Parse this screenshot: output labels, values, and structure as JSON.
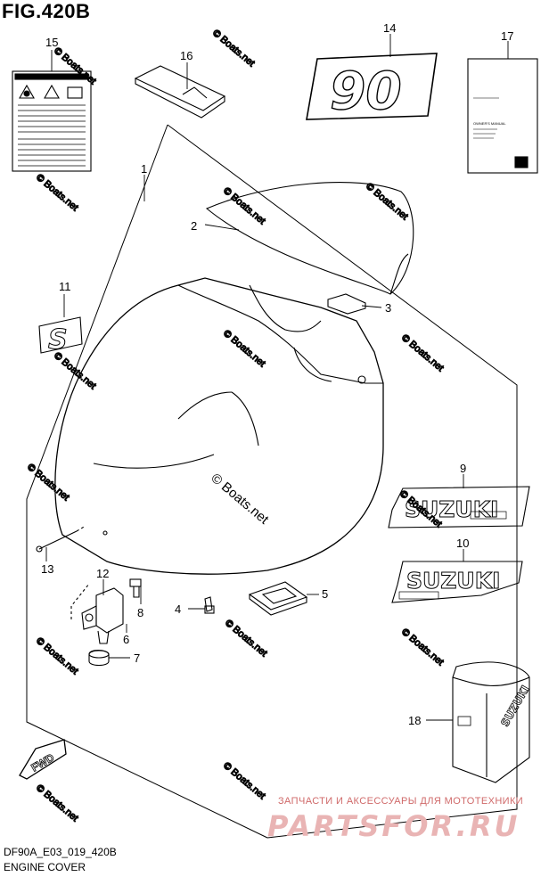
{
  "figure": {
    "title": "FIG.420B",
    "code": "DF90A_E03_019_420B",
    "name": "ENGINE COVER"
  },
  "callouts": [
    "1",
    "2",
    "3",
    "4",
    "5",
    "6",
    "7",
    "8",
    "9",
    "10",
    "11",
    "12",
    "13",
    "14",
    "15",
    "16",
    "17",
    "18"
  ],
  "parts": {
    "decal_model": "90",
    "decal_brand_9": "SUZUKI",
    "decal_brand_10": "SUZUKI",
    "emblem": "S",
    "cover_bag": "SUZUKI",
    "fwd_label": "FWD",
    "manual_title": "OWNER'S MANUAL"
  },
  "watermark": {
    "text": "© Boats.net"
  },
  "promo": {
    "tagline": "ЗАПЧАСТИ И АКСЕССУАРЫ ДЛЯ МОТОТЕХНИКИ",
    "brand": "PARTSFOR.RU",
    "tagline_color": "#d06a6a",
    "brand_color": "#e9b4b4"
  }
}
